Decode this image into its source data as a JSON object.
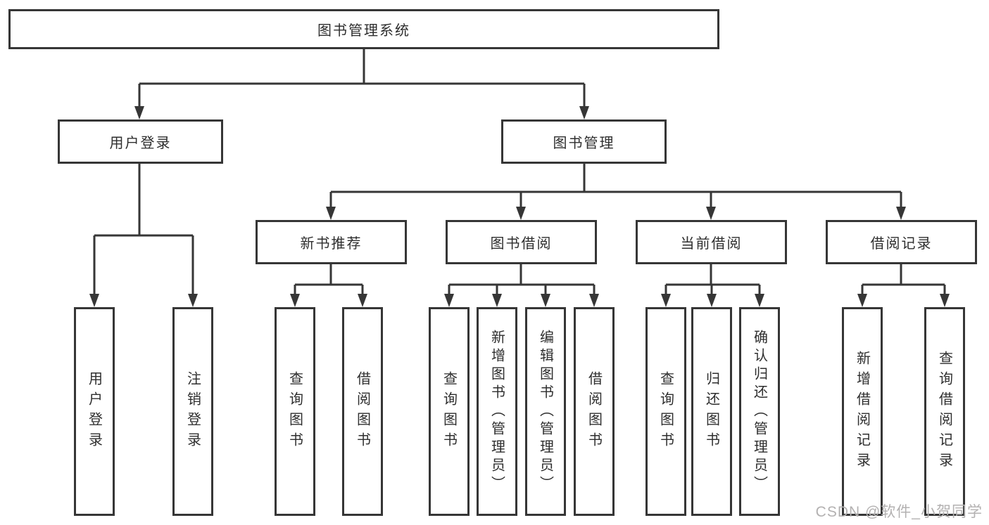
{
  "watermark": "CSDN @软件_小贺同学",
  "colors": {
    "line": "#363636",
    "box_border": "#363636",
    "text": "#2e2e2e",
    "background": "#ffffff",
    "watermark": "#b3b1b1"
  },
  "tree": {
    "label": "图书管理系统",
    "children": [
      {
        "label": "用户登录",
        "children": [
          {
            "label": "用户登录"
          },
          {
            "label": "注销登录"
          }
        ]
      },
      {
        "label": "图书管理",
        "children": [
          {
            "label": "新书推荐",
            "children": [
              {
                "label": "查询图书"
              },
              {
                "label": "借阅图书"
              }
            ]
          },
          {
            "label": "图书借阅",
            "children": [
              {
                "label": "查询图书"
              },
              {
                "label": "新增图书（管理员）"
              },
              {
                "label": "编辑图书（管理员）"
              },
              {
                "label": "借阅图书"
              }
            ]
          },
          {
            "label": "当前借阅",
            "children": [
              {
                "label": "查询图书"
              },
              {
                "label": "归还图书"
              },
              {
                "label": "确认归还（管理员）"
              }
            ]
          },
          {
            "label": "借阅记录",
            "children": [
              {
                "label": "新增借阅记录"
              },
              {
                "label": "查询借阅记录"
              }
            ]
          }
        ]
      }
    ]
  }
}
